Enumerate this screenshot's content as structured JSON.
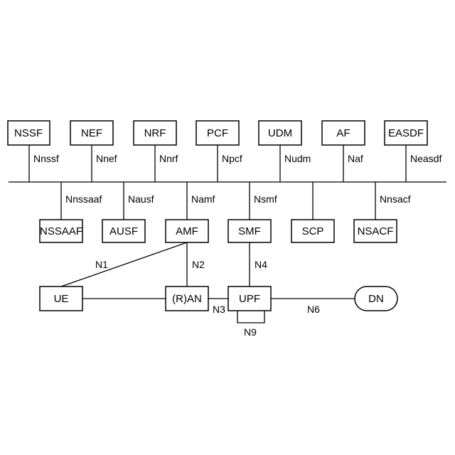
{
  "nodes": {
    "nssf": "NSSF",
    "nef": "NEF",
    "nrf": "NRF",
    "pcf": "PCF",
    "udm": "UDM",
    "af": "AF",
    "easdf": "EASDF",
    "nssaaf": "NSSAAF",
    "ausf": "AUSF",
    "amf": "AMF",
    "smf": "SMF",
    "scp": "SCP",
    "nsacf": "NSACF",
    "ue": "UE",
    "ran": "(R)AN",
    "upf": "UPF",
    "dn": "DN"
  },
  "interfaces": {
    "nnssf": "Nnssf",
    "nnef": "Nnef",
    "nnrf": "Nnrf",
    "npcf": "Npcf",
    "nudm": "Nudm",
    "naf": "Naf",
    "neasdf": "Neasdf",
    "nnssaaf": "Nnssaaf",
    "nausf": "Nausf",
    "namf": "Namf",
    "nsmf": "Nsmf",
    "nnsacf": "Nnsacf",
    "n1": "N1",
    "n2": "N2",
    "n3": "N3",
    "n4": "N4",
    "n6": "N6",
    "n9": "N9"
  }
}
